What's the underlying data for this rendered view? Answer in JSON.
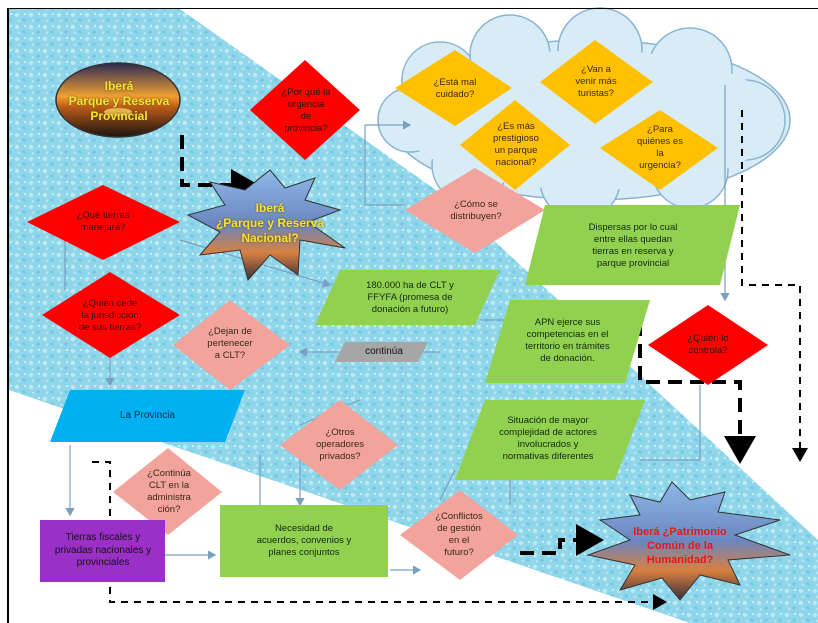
{
  "colors": {
    "red_diamond": "#ff0000",
    "pink_diamond": "#f2a39c",
    "yellow_diamond": "#ffc000",
    "green_parallelogram": "#92d050",
    "blue_parallelogram": "#00b0f0",
    "purple_box": "#9b30c8",
    "grey_parallelogram": "#a6a6a6",
    "water": "#8fd6ea"
  },
  "oval": {
    "label": "Iberá\nParque y Reserva\nProvincial"
  },
  "star_top": {
    "label": "Iberá\n¿Parque y Reserva\nNacional?"
  },
  "star_bottom": {
    "label": "Iberá ¿Patrimonio\nComún de la\nHumanidad?"
  },
  "cloud": {
    "items": [
      "¿Está mal\ncuidado?",
      "¿Van a\nvenir más\nturistas?",
      "¿Es más\nprestigioso\nun parque\nnacional?",
      "¿Para\nquiénes es\nla\nurgencia?"
    ]
  },
  "red_nodes": {
    "porque": "¿Por qué la\nurgencia\nde\nprovincia?",
    "que_tierras": "¿Qué tierras\nmanejará?",
    "quien_cede": "¿Quién cede\nla jurisdicción\nde sus tierras?",
    "quien_controla": "¿Quién lo\ncontrola?"
  },
  "pink_nodes": {
    "como_distribuyen": "¿Cómo se\ndistribuyen?",
    "dejan_pertenecer": "¿Dejan de\npertenecer\na CLT?",
    "otros_operadores": "¿Otros\noperadores\nprivados?",
    "continua_clt": "¿Continúa\nCLT en la\nadministra\nción?",
    "conflictos": "¿Conflictos\nde gestión\nen el\nfuturo?"
  },
  "green_nodes": {
    "dispersas": "Dispersas por lo cual\nentre ellas quedan\ntierras en reserva y\nparque provincial",
    "ha_clt": "180.000 ha de CLT y\nFFYFA (promesa de\ndonación a futuro)",
    "apn": "APN ejerce sus\ncompetencias en el\nterritorio en trámites\nde donación.",
    "situacion": "Situación de mayor\ncomplejidad de actores\ninvolucrados y\nnormativas diferentes",
    "necesidad": "Necesidad de\nacuerdos, convenios y\nplanes conjuntos"
  },
  "grey_node": {
    "label": "continúa"
  },
  "blue_node": {
    "label": "La Provincia"
  },
  "purple_node": {
    "label": "Tierras fiscales y\nprivadas nacionales y\nprovinciales"
  }
}
